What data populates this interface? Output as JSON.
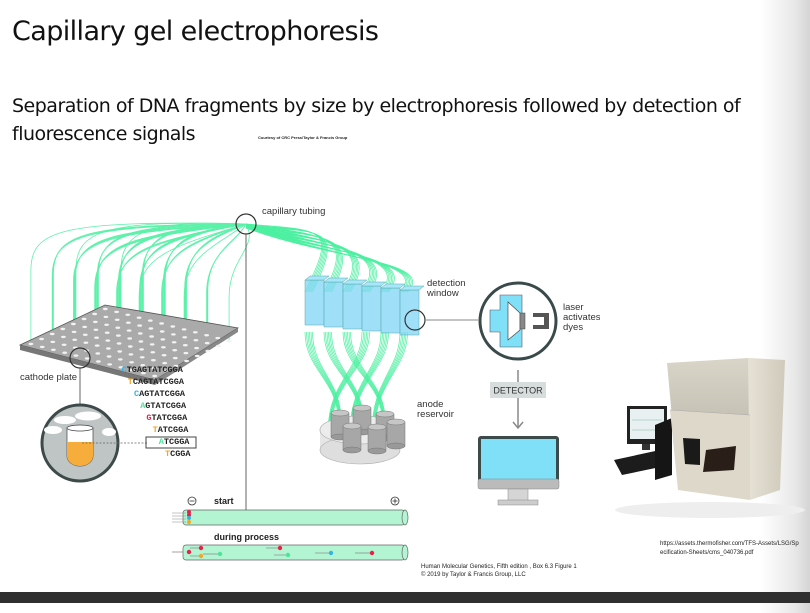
{
  "slide": {
    "title": "Capillary gel electrophoresis",
    "subtitle": "Separation of DNA fragments by size by electrophoresis followed by detection of fluorescence signals",
    "courtesy": "Courtesy of CRC Press/Taylor & Francis Group"
  },
  "diagram": {
    "labels": {
      "capillary_tubing": "capillary tubing",
      "cathode_plate": "cathode plate",
      "detection_window_1": "detection",
      "detection_window_2": "window",
      "laser_1": "laser",
      "laser_2": "activates",
      "laser_3": "dyes",
      "anode_1": "anode",
      "anode_2": "reservoir",
      "detector": "DETECTOR",
      "start": "start",
      "during_process": "during process",
      "minus": "−",
      "plus": "+"
    },
    "sequences": [
      {
        "first": "C",
        "rest": "TGAGTATCGGA",
        "color": "#33b5e5"
      },
      {
        "first": "T",
        "rest": "CAGTATCGGA",
        "color": "#f5a623"
      },
      {
        "first": "C",
        "rest": "AGTATCGGA",
        "color": "#33b5e5"
      },
      {
        "first": "A",
        "rest": "GTATCGGA",
        "color": "#4de39a"
      },
      {
        "first": "G",
        "rest": "TATCGGA",
        "color": "#e8204a"
      },
      {
        "first": "T",
        "rest": "ATCGGA",
        "color": "#f5a623"
      },
      {
        "first": "A",
        "rest": "TCGGA",
        "color": "#4de39a"
      },
      {
        "first": "T",
        "rest": "CGGA",
        "color": "#f5a623"
      }
    ],
    "colors": {
      "capillary": "#4cf0a0",
      "detection_window": "#7fd6f5",
      "monitor_screen": "#7fe0f7",
      "sample": "#f7ad3c"
    }
  },
  "caption": {
    "line1": "Human Molecular Genetics, Fifth edition , Box 6.3 Figure 1",
    "line2": "© 2019 by Taylor & Francis Group, LLC"
  },
  "source_url": "https://assets.thermofisher.com/TFS-Assets/LSG/Specification-Sheets/cms_040736.pdf"
}
